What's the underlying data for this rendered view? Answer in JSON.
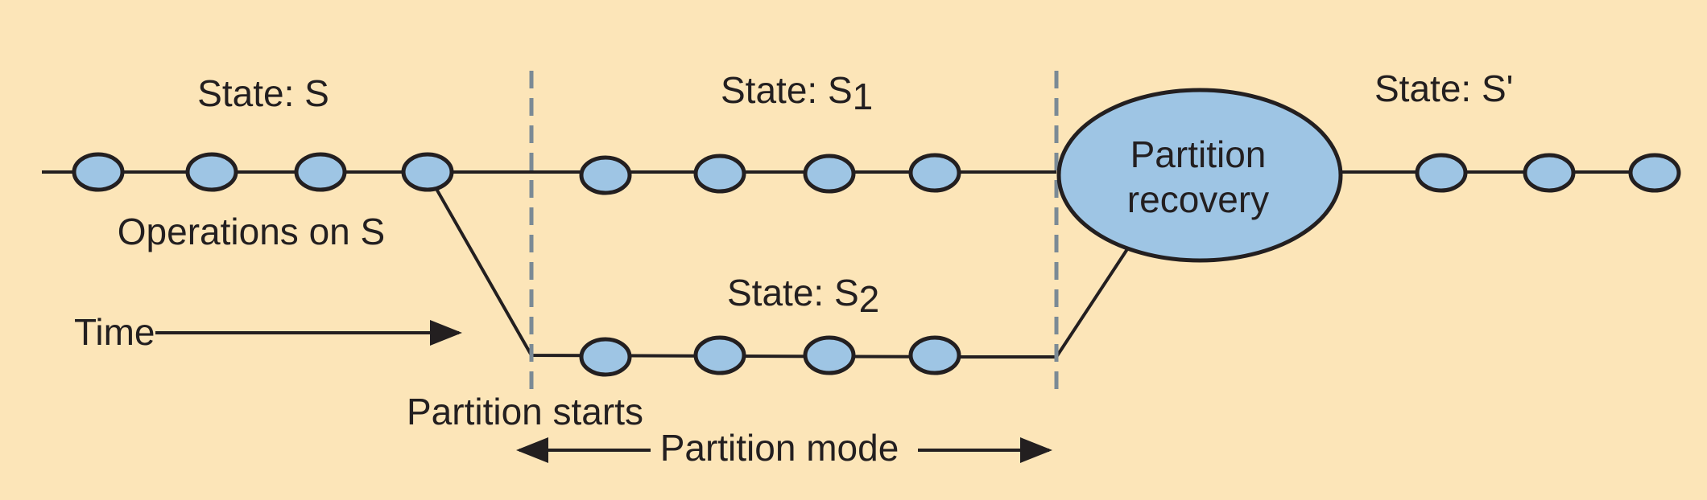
{
  "diagram": {
    "colors": {
      "background": "#fce5b8",
      "node_fill": "#9ec5e4",
      "stroke": "#231f20",
      "partition_line": "#7b8a95"
    },
    "labels": {
      "state_s": "State: S",
      "state_s1": "State: S",
      "state_s1_sub": "1",
      "state_s2": "State: S",
      "state_s2_sub": "2",
      "state_s_prime": "State: S'",
      "operations": "Operations on S",
      "time": "Time",
      "partition_starts": "Partition starts",
      "partition_mode": "Partition mode",
      "recovery_line1": "Partition",
      "recovery_line2": "recovery"
    }
  }
}
